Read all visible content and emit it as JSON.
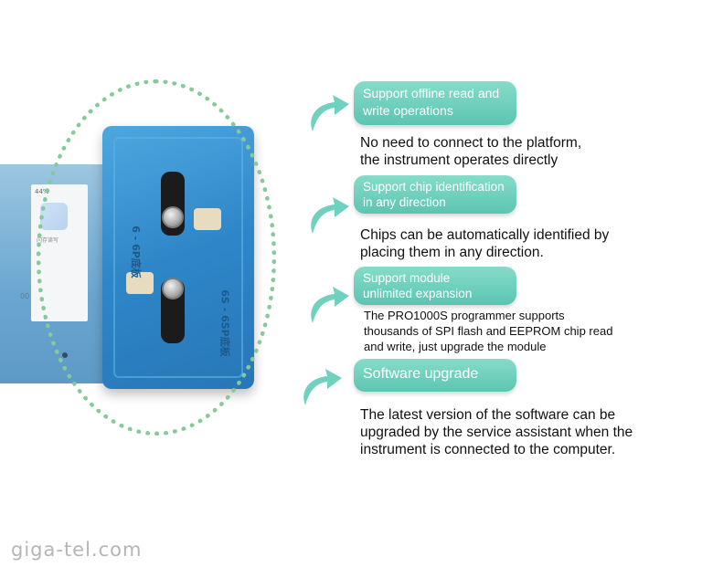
{
  "device": {
    "status": "44%",
    "caption": "闪存读写",
    "edge_label": "00"
  },
  "board": {
    "label_top": "6 - 6P底板",
    "label_bottom": "6S - 6SP底板"
  },
  "features": [
    {
      "title": "Support offline read and\nwrite operations",
      "description": "No need to connect to the platform,\nthe instrument operates directly"
    },
    {
      "title": "Support chip identification\nin any direction",
      "description": "Chips can be automatically identified by\nplacing them in any direction."
    },
    {
      "title": "Support module\nunlimited expansion",
      "description": "The PRO1000S programmer supports\n thousands of SPI flash and EEPROM chip read\nand write, just upgrade the module"
    },
    {
      "title": "Software upgrade",
      "description": "The latest version of the software can be\nupgraded by the service assistant when the\ninstrument is connected to the computer."
    }
  ],
  "watermark": "giga-tel.com",
  "colors": {
    "pill": "#6fd1be",
    "ring": "#86c99a",
    "board": "#2e86c8"
  }
}
